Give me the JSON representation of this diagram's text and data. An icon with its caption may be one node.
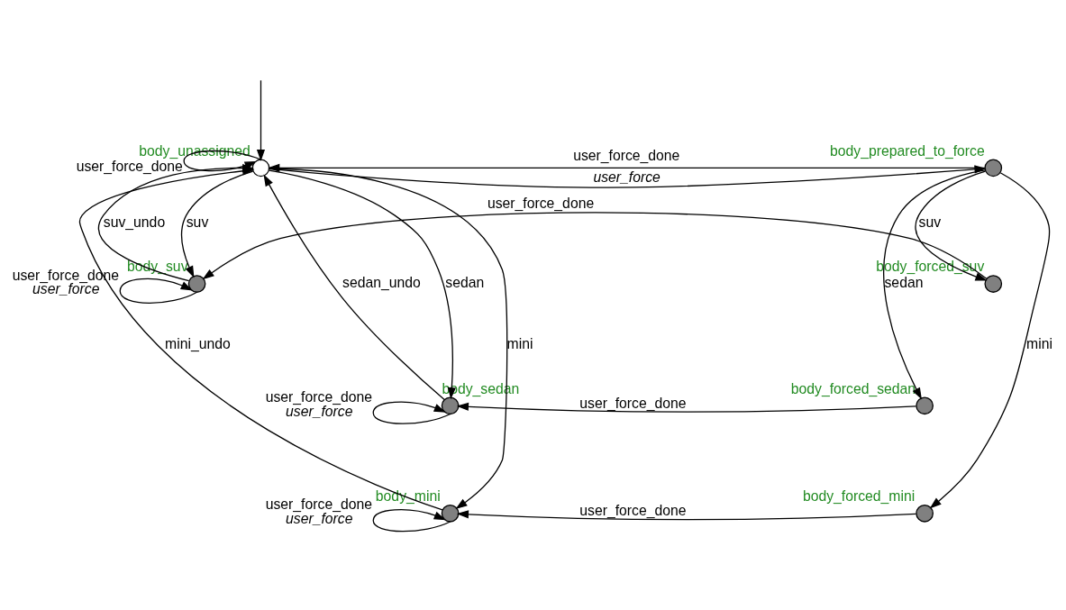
{
  "diagram": {
    "nodes": [
      {
        "text": [
          "body_unassigned"
        ]
      },
      {
        "text": [
          "body_prepared_to_force"
        ]
      },
      {
        "text": [
          "body_suv"
        ]
      },
      {
        "text": [
          "body_forced_suv"
        ]
      },
      {
        "text": [
          "body_sedan"
        ]
      },
      {
        "text": [
          "body_forced_sedan"
        ]
      },
      {
        "text": [
          "body_mini"
        ]
      },
      {
        "text": [
          "body_forced_mini"
        ]
      }
    ],
    "edges": [
      {
        "from": null,
        "to": 0,
        "arrow": "to"
      },
      {
        "from": 0,
        "to": 0,
        "arrow": "to",
        "label": "user_force_done"
      },
      {
        "from": 0,
        "to": 1,
        "arrow": "to",
        "label": "*user_force*"
      },
      {
        "from": 1,
        "to": 0,
        "arrow": "to",
        "label": "user_force_done"
      },
      {
        "from": 1,
        "to": 3,
        "arrow": "to",
        "label": "suv"
      },
      {
        "from": 1,
        "to": 5,
        "arrow": "to",
        "label": "sedan"
      },
      {
        "from": 1,
        "to": 7,
        "arrow": "to",
        "label": "mini"
      },
      {
        "from": 3,
        "to": 2,
        "arrow": "to",
        "label": "user_force_done"
      },
      {
        "from": 5,
        "to": 4,
        "arrow": "to",
        "label": "user_force_done"
      },
      {
        "from": 7,
        "to": 6,
        "arrow": "to",
        "label": "user_force_done"
      },
      {
        "from": 0,
        "to": 2,
        "arrow": "to",
        "label": "suv"
      },
      {
        "from": 2,
        "to": 0,
        "arrow": "to",
        "label": "suv_undo"
      },
      {
        "from": 2,
        "to": 2,
        "arrow": "to",
        "label": "user_force_done *user_force*"
      },
      {
        "from": 0,
        "to": 4,
        "arrow": "to",
        "label": "sedan"
      },
      {
        "from": 4,
        "to": 0,
        "arrow": "to",
        "label": "sedan_undo"
      },
      {
        "from": 4,
        "to": 4,
        "arrow": "to",
        "label": "user_force_done *user_force*"
      },
      {
        "from": 0,
        "to": 6,
        "arrow": "to",
        "label": "mini"
      },
      {
        "from": 6,
        "to": 0,
        "arrow": "to",
        "label": "mini_undo"
      },
      {
        "from": 6,
        "to": 6,
        "arrow": "to",
        "label": "user_force_done *user_force*"
      }
    ]
  }
}
